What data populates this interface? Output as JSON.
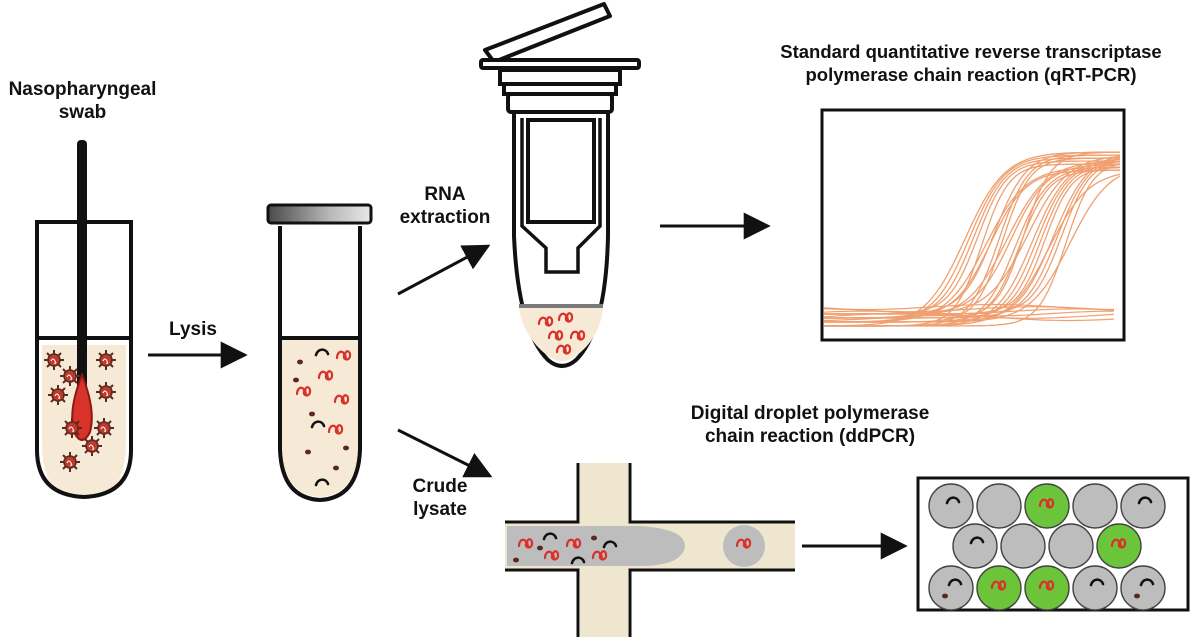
{
  "labels": {
    "swab": [
      "Nasopharyngeal",
      "swab"
    ],
    "lysis": "Lysis",
    "rna_extraction": [
      "RNA",
      "extraction"
    ],
    "crude_lysate": [
      "Crude",
      "lysate"
    ],
    "qrtpcr": [
      "Standard quantitative reverse transcriptase",
      "polymerase chain reaction (qRT-PCR)"
    ],
    "ddpcr": [
      "Digital droplet polymerase",
      "chain reaction (ddPCR)"
    ]
  },
  "colors": {
    "outline": "#111111",
    "fluid": "#f6e9d6",
    "virus_body": "#c0392b",
    "virus_spike": "#5a2a1e",
    "rna": "#d9322a",
    "qpcr_curve": "#f0a070",
    "channel": "#efe6d0",
    "droplet_empty": "#bdbdbd",
    "droplet_positive": "#6cc43a"
  },
  "droplets": [
    [
      "rna-neg",
      "empty",
      "positive",
      "empty",
      "rna-neg"
    ],
    [
      "rna-neg",
      "empty",
      "empty",
      "positive"
    ],
    [
      "debris",
      "positive",
      "positive",
      "rna-neg",
      "debris"
    ]
  ]
}
